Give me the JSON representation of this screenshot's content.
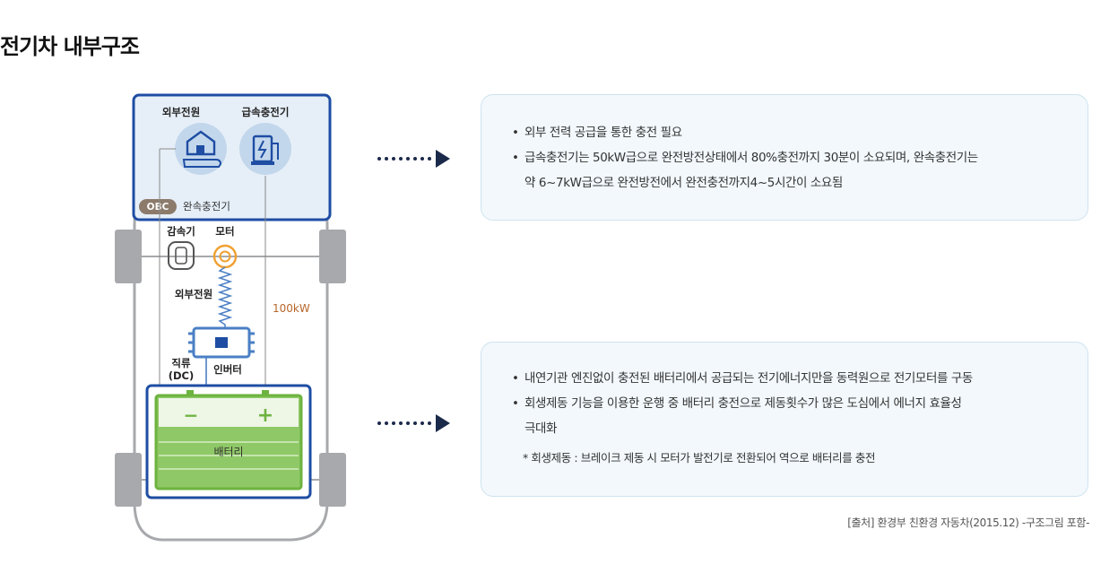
{
  "page_title": "전기차 내부구조",
  "diagram": {
    "external_power_top": "외부전원",
    "fast_charger": "급속충전기",
    "obc_badge": "OBC",
    "slow_charger": "완속충전기",
    "reducer": "감속기",
    "motor": "모터",
    "external_power_mid": "외부전원",
    "power_100kw": "100kW",
    "dc_line1": "직류",
    "dc_line2": "(DC)",
    "inverter": "인버터",
    "battery": "배터리",
    "minus": "−",
    "plus": "+"
  },
  "card1": {
    "items": [
      "외부 전력 공급을 통한 충전 필요",
      "급속충전기는 50kW급으로 완전방전상태에서 80%충전까지 30분이 소요되며, 완속충전기는",
      "약 6~7kW급으로 완전방전에서 완전충전까지4~5시간이 소요됨"
    ]
  },
  "card2": {
    "items": [
      "내연기관 엔진없이 충전된 배터리에서 공급되는 전기에너지만을 동력원으로 전기모터를 구동",
      "회생제동 기능을 이용한 운행 중 배터리 충전으로 제동횟수가 많은 도심에서 에너지 효율성",
      "극대화"
    ],
    "note": "* 회생제동 : 브레이크 제동 시 모터가 발전기로 전환되어 역으로 배터리를 충전"
  },
  "source": "[출처] 환경부 친환경 자동차(2015.12) -구조그림 포함-",
  "colors": {
    "accent_blue": "#1e4da3",
    "battery_green": "#6db33f",
    "motor_orange": "#f0a030",
    "card_bg": "#f2f8fc",
    "car_gray": "#a7a9ac",
    "obc_brown": "#8c7b6b"
  }
}
